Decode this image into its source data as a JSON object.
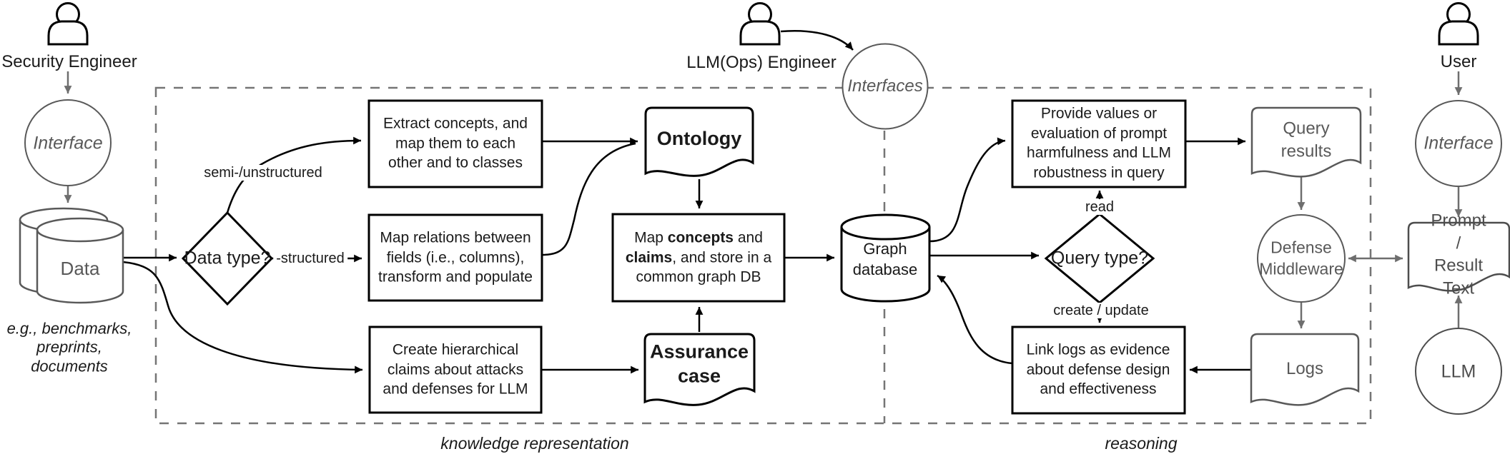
{
  "diagram": {
    "actors": {
      "security_engineer": "Security Engineer",
      "llmops_engineer": "LLM(Ops) Engineer",
      "user": "User"
    },
    "interfaces": {
      "left": "Interface",
      "top": "Interfaces",
      "right": "Interface"
    },
    "data_store": {
      "label": "Data",
      "note": "e.g., benchmarks,\npreprints,\ndocuments"
    },
    "sections": {
      "knowledge_representation": "knowledge representation",
      "reasoning": "reasoning"
    },
    "decisions": {
      "data_type": "Data type?",
      "query_type": "Query type?"
    },
    "edge_labels": {
      "semi_unstructured": "semi-/unstructured",
      "structured": "-structured",
      "read": "read",
      "create_update": "create / update"
    },
    "processes": {
      "extract": "Extract concepts, and\nmap them to each\nother and to classes",
      "map_relations": "Map relations between\nfields (i.e., columns),\ntransform and populate",
      "create_claims": "Create hierarchical\nclaims about attacks\nand defenses for LLM",
      "map_concepts": {
        "seg1": "Map ",
        "seg2": "concepts",
        "seg3": " and\n",
        "seg4": "claims",
        "seg5": ", and store in a\ncommon graph DB"
      },
      "provide_values": "Provide values or\nevaluation of prompt\nharmfulness and LLM\nrobustness in query",
      "link_logs": "Link logs as evidence\nabout defense design\nand effectiveness"
    },
    "documents": {
      "ontology": "Ontology",
      "assurance_case": "Assurance\ncase",
      "query_results": "Query\nresults",
      "logs": "Logs",
      "prompt_result": "Prompt /\nResult Text"
    },
    "databases": {
      "graph": "Graph\ndatabase"
    },
    "nodes": {
      "defense_middleware": "Defense\nMiddleware",
      "llm": "LLM"
    },
    "colors": {
      "line_black": "#000000",
      "line_gray": "#595959",
      "dashed_border": "#757575"
    }
  }
}
